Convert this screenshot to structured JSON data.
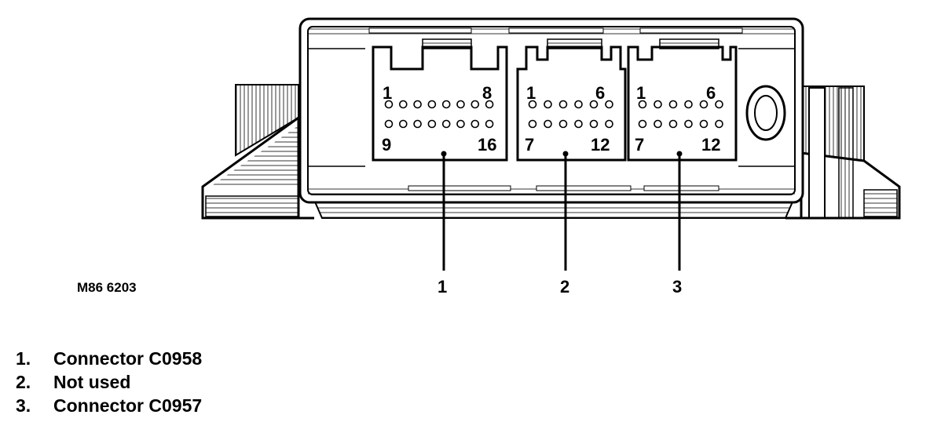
{
  "figure_id": "M86 6203",
  "connectors": [
    {
      "callout": "1",
      "labels": {
        "top_left": "1",
        "top_right": "8",
        "bottom_left": "9",
        "bottom_right": "16"
      },
      "pins_per_row": 8
    },
    {
      "callout": "2",
      "labels": {
        "top_left": "1",
        "top_right": "6",
        "bottom_left": "7",
        "bottom_right": "12"
      },
      "pins_per_row": 6
    },
    {
      "callout": "3",
      "labels": {
        "top_left": "1",
        "top_right": "6",
        "bottom_left": "7",
        "bottom_right": "12"
      },
      "pins_per_row": 6
    }
  ],
  "legend": [
    {
      "number": "1.",
      "text": "Connector C0958"
    },
    {
      "number": "2.",
      "text": "Not used"
    },
    {
      "number": "3.",
      "text": "Connector C0957"
    }
  ]
}
